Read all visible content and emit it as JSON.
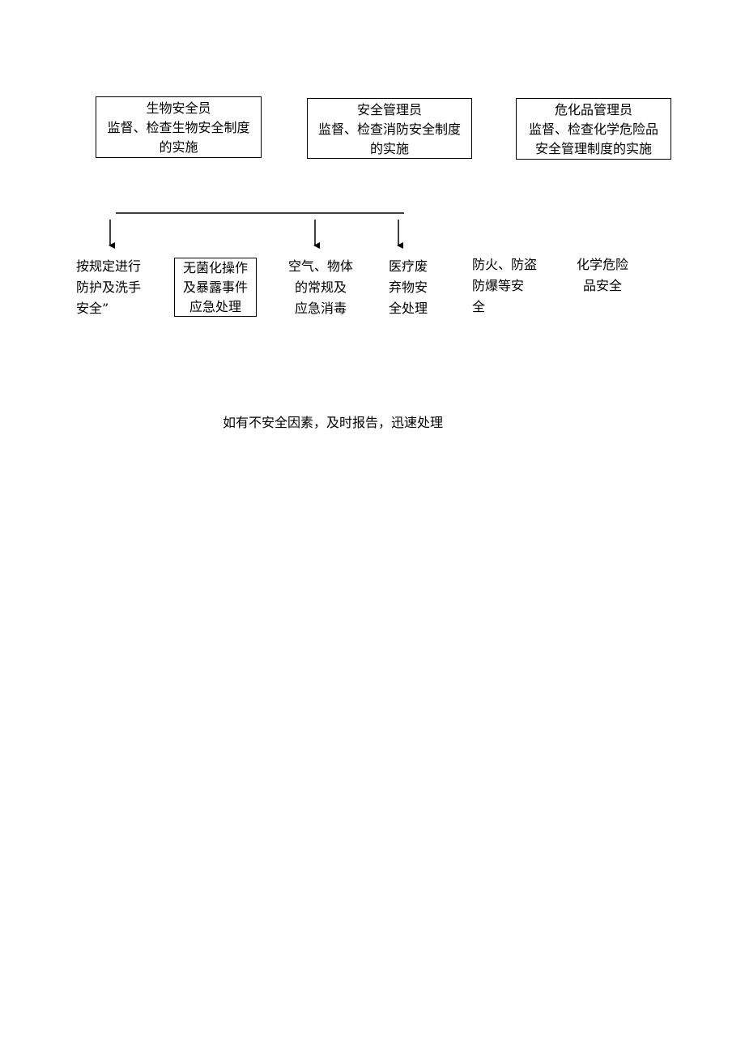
{
  "roles": [
    {
      "lines": [
        "生物安全员",
        "监督、检查生物安全制度",
        "的实施"
      ]
    },
    {
      "lines": [
        "安全管理员",
        "监督、检查消防安全制度",
        "的实施"
      ]
    },
    {
      "lines": [
        "危化品管理员",
        "监督、检查化学危险品",
        "安全管理制度的实施"
      ]
    }
  ],
  "items": [
    {
      "lines": [
        "按规定进行",
        "防护及洗手",
        "安全”"
      ]
    },
    {
      "lines": [
        "无菌化操作",
        "及暴露事件",
        "应急处理"
      ]
    },
    {
      "lines": [
        "空气、物体",
        "的常规及",
        "应急消毒"
      ]
    },
    {
      "lines": [
        "医疗废",
        "弃物安",
        "全处理"
      ]
    },
    {
      "lines": [
        "防火、防盗",
        "防爆等安",
        "全"
      ]
    },
    {
      "lines": [
        "化学危险",
        "品安全"
      ]
    }
  ],
  "note": "如有不安全因素，及时报告，迅速处理"
}
